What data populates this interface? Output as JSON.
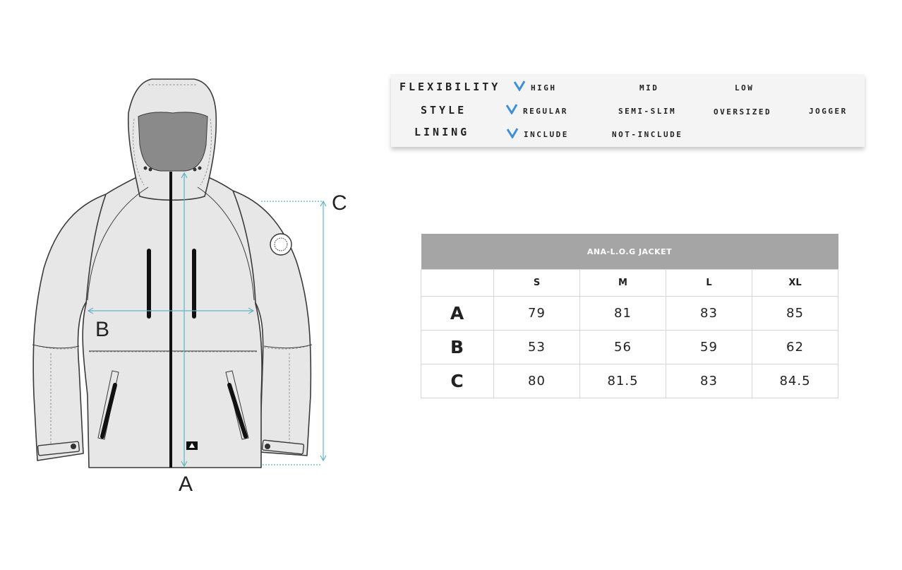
{
  "diagram": {
    "labels": {
      "a": "A",
      "b": "B",
      "c": "C"
    },
    "colors": {
      "jacket_fill": "#e7e7e7",
      "jacket_outline": "#3a3a3a",
      "hood_inner": "#8a8a8a",
      "measure_line": "#5db4c4"
    }
  },
  "attributes": [
    {
      "label": "FLEXIBILITY",
      "options": [
        "HIGH",
        "MID",
        "LOW"
      ],
      "selected": "HIGH"
    },
    {
      "label": "STYLE",
      "options": [
        "REGULAR",
        "SEMI-SLIM",
        "OVERSIZED",
        "JOGGER"
      ],
      "selected": "REGULAR"
    },
    {
      "label": "LINING",
      "options": [
        "INCLUDE",
        "NOT-INCLUDE"
      ],
      "selected": "INCLUDE"
    }
  ],
  "check_icon_color": "#3d8fd9",
  "size_table": {
    "title": "ANA-L.O.G JACKET",
    "columns": [
      "",
      "S",
      "M",
      "L",
      "XL"
    ],
    "rows": [
      {
        "label": "A",
        "values": [
          "79",
          "81",
          "83",
          "85"
        ]
      },
      {
        "label": "B",
        "values": [
          "53",
          "56",
          "59",
          "62"
        ]
      },
      {
        "label": "C",
        "values": [
          "80",
          "81.5",
          "83",
          "84.5"
        ]
      }
    ]
  }
}
